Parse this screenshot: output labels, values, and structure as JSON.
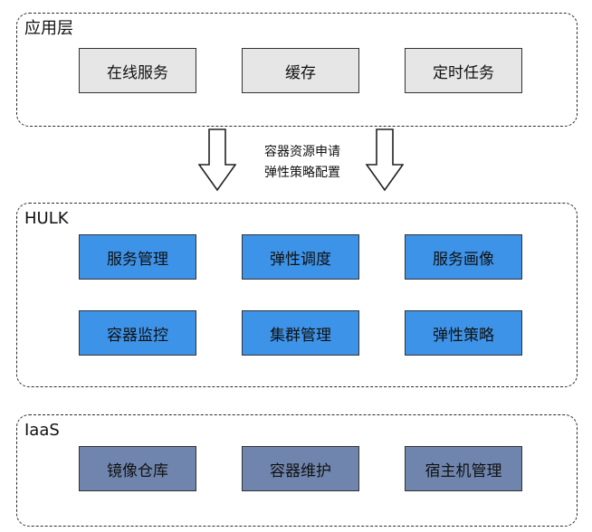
{
  "colors": {
    "gray_fill": "#e6e6e6",
    "blue_fill": "#3d93e8",
    "steel_fill": "#6f85ad"
  },
  "layers": {
    "app": {
      "title": "应用层",
      "items": [
        "在线服务",
        "缓存",
        "定时任务"
      ]
    },
    "hulk": {
      "title": "HULK",
      "items": [
        "服务管理",
        "弹性调度",
        "服务画像",
        "容器监控",
        "集群管理",
        "弹性策略"
      ]
    },
    "iaas": {
      "title": "IaaS",
      "items": [
        "镜像仓库",
        "容器维护",
        "宿主机管理"
      ]
    }
  },
  "arrow_labels": [
    "容器资源申请",
    "弹性策略配置"
  ]
}
